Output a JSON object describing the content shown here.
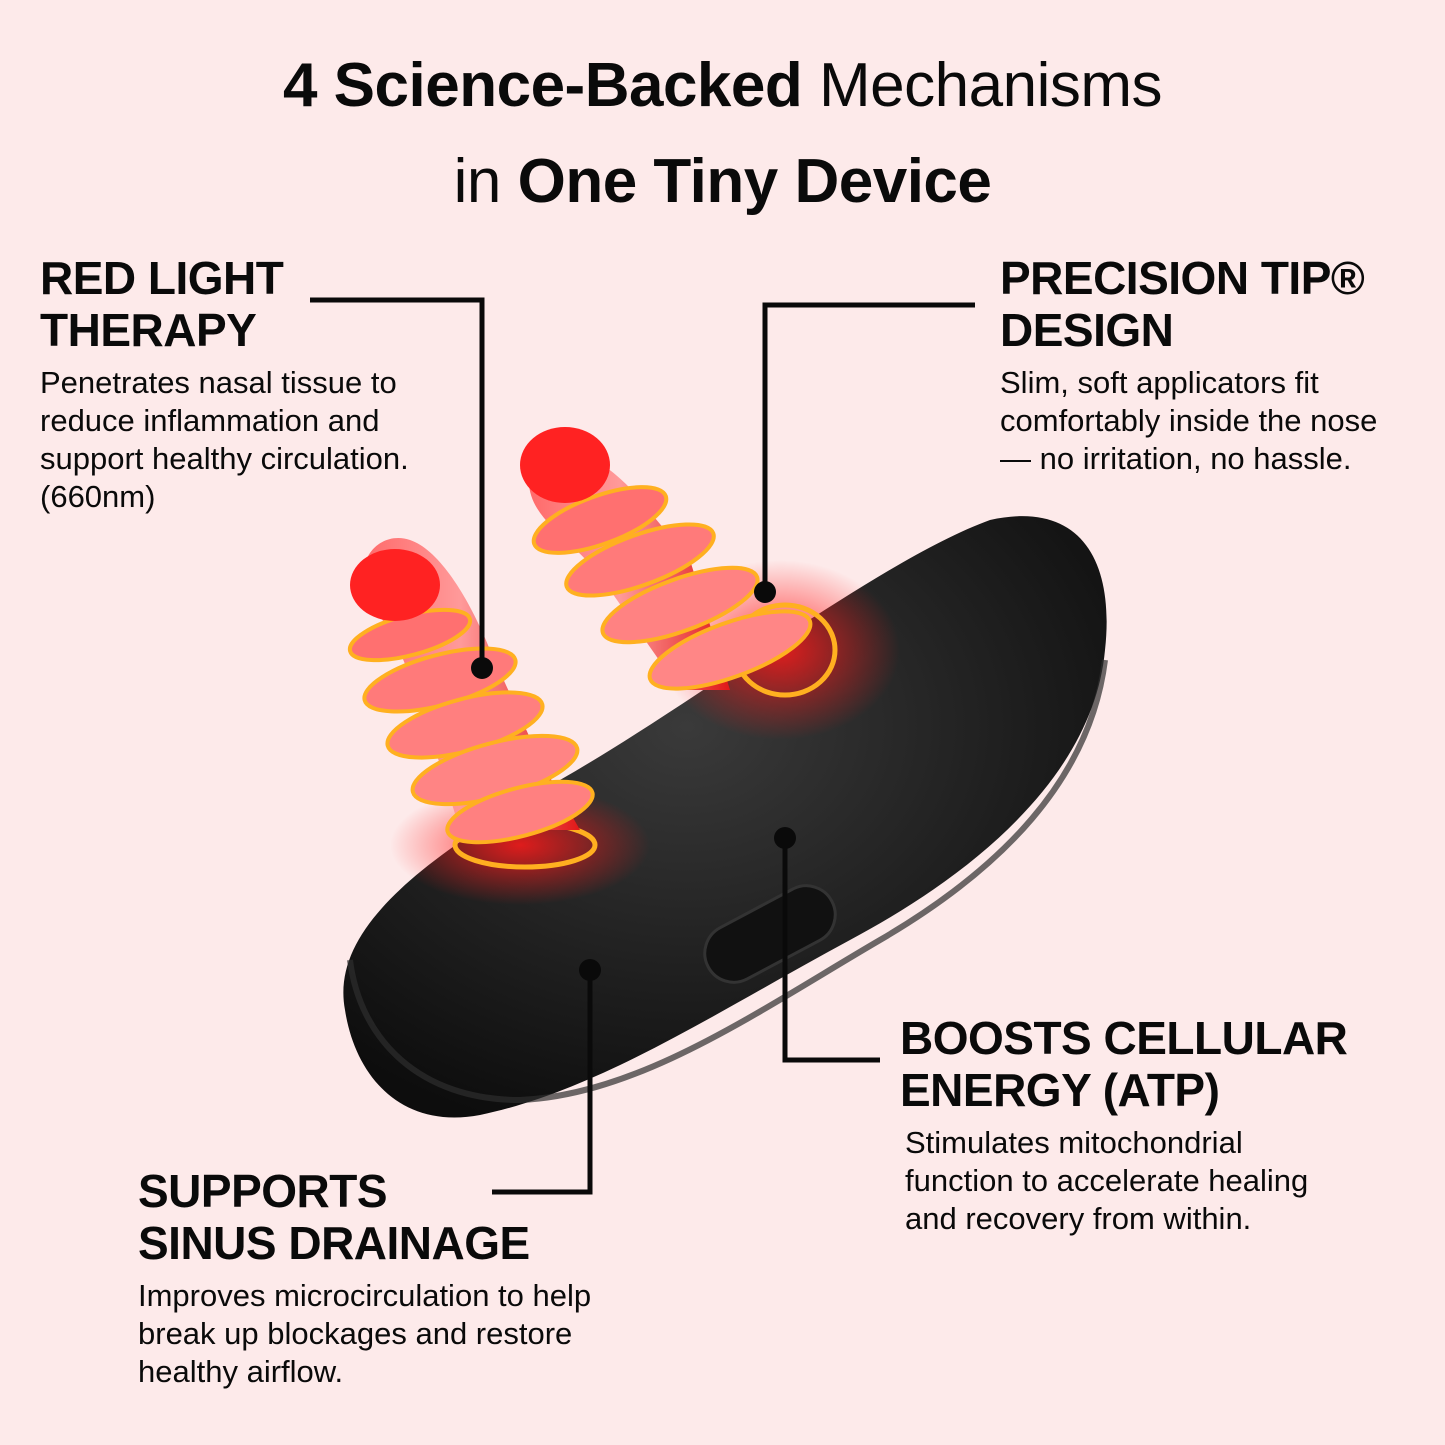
{
  "headline": {
    "line1_bold": "4 Science-Backed",
    "line1_regular": "Mechanisms",
    "line2_regular": "in",
    "line2_bold": "One Tiny Device"
  },
  "features": {
    "red_light": {
      "title_line1": "RED LIGHT",
      "title_line2": "THERAPY",
      "body": "Penetrates nasal tissue to reduce inflammation and support healthy circulation. (660nm)"
    },
    "precision_tip": {
      "title_line1": "PRECISION TIP®",
      "title_line2": "DESIGN",
      "body": "Slim, soft applicators fit comfortably inside the nose — no irritation, no hassle."
    },
    "cellular_energy": {
      "title_line1": "BOOSTS CELLULAR",
      "title_line2": "ENERGY (ATP)",
      "body": "Stimulates mitochondrial function to accelerate healing and recovery from within."
    },
    "sinus_drainage": {
      "title_line1": "SUPPORTS",
      "title_line2": "SINUS DRAINAGE",
      "body": "Improves microcirculation to help break up blockages and restore healthy airflow."
    }
  },
  "colors": {
    "background": "#fdeaea",
    "device_body": "#1c1c1c",
    "light_red": "#ff2a2a",
    "ring_orange": "#ffb020"
  }
}
